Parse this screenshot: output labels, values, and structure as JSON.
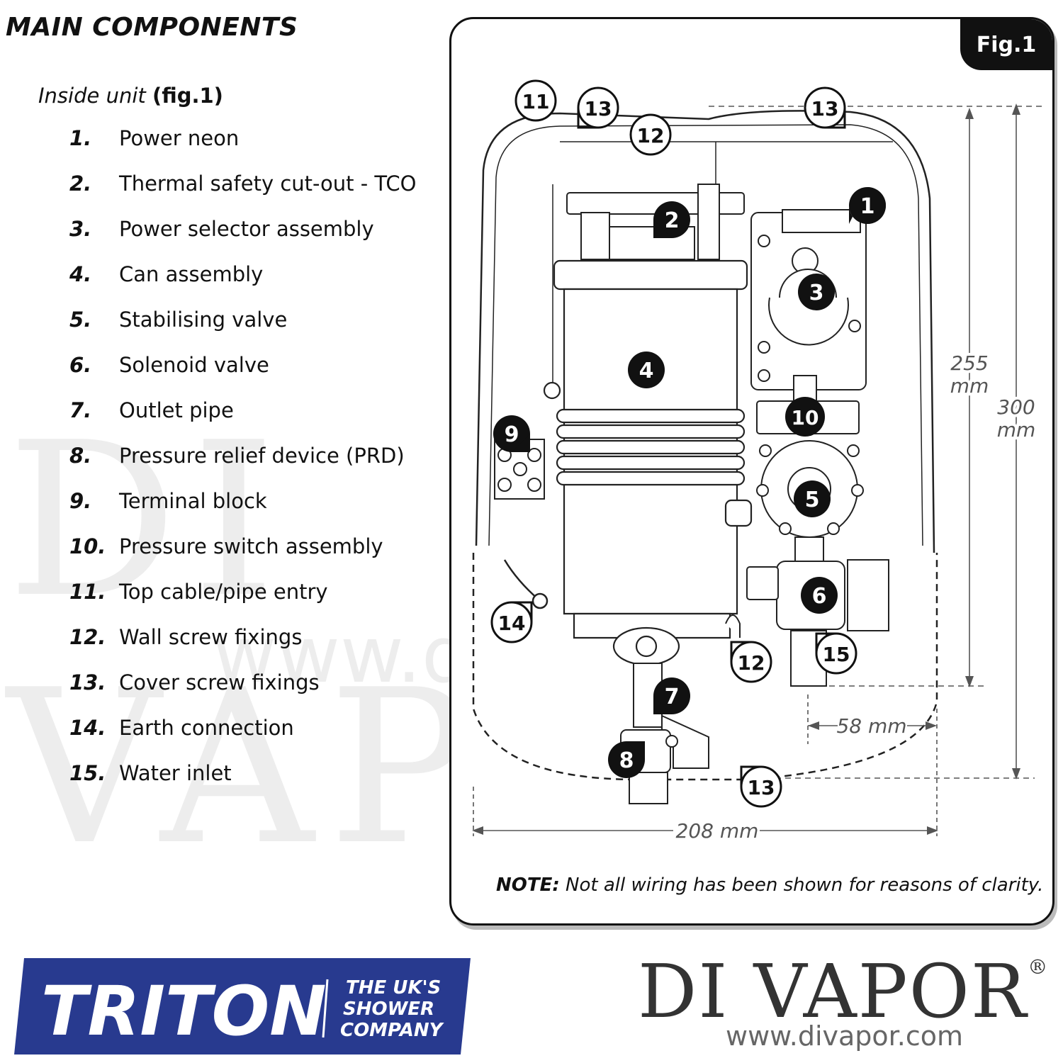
{
  "heading": "MAIN COMPONENTS",
  "subheading": {
    "text": "Inside unit",
    "ref": "(fig.1)"
  },
  "components": [
    {
      "num": "1.",
      "label": "Power neon"
    },
    {
      "num": "2.",
      "label": "Thermal safety cut-out - TCO"
    },
    {
      "num": "3.",
      "label": "Power selector assembly"
    },
    {
      "num": "4.",
      "label": "Can assembly"
    },
    {
      "num": "5.",
      "label": "Stabilising valve"
    },
    {
      "num": "6.",
      "label": "Solenoid valve"
    },
    {
      "num": "7.",
      "label": "Outlet pipe"
    },
    {
      "num": "8.",
      "label": "Pressure relief device (PRD)"
    },
    {
      "num": "9.",
      "label": "Terminal block"
    },
    {
      "num": "10.",
      "label": "Pressure switch assembly"
    },
    {
      "num": "11.",
      "label": "Top cable/pipe entry"
    },
    {
      "num": "12.",
      "label": "Wall screw fixings"
    },
    {
      "num": "13.",
      "label": "Cover screw fixings"
    },
    {
      "num": "14.",
      "label": "Earth connection"
    },
    {
      "num": "15.",
      "label": "Water inlet"
    }
  ],
  "figure": {
    "tag": "Fig.1",
    "callouts": [
      "1",
      "2",
      "3",
      "4",
      "5",
      "6",
      "7",
      "8",
      "9",
      "10",
      "11",
      "12",
      "12",
      "13",
      "13",
      "13",
      "14",
      "15"
    ],
    "dimensions": {
      "height_inner": "255",
      "height_outer": "300",
      "width_total": "208 mm",
      "inlet_offset": "58 mm",
      "unit": "mm"
    },
    "note_label": "NOTE:",
    "note_text": "Not all wiring has been shown for reasons of clarity."
  },
  "triton": {
    "name": "TRITON",
    "tagline_1": "THE UK'S",
    "tagline_2": "SHOWER",
    "tagline_3": "COMPANY",
    "color": "#283a8f"
  },
  "divapor": {
    "name": "DI VAPOR",
    "reg": "®",
    "url": "www.divapor.com"
  }
}
